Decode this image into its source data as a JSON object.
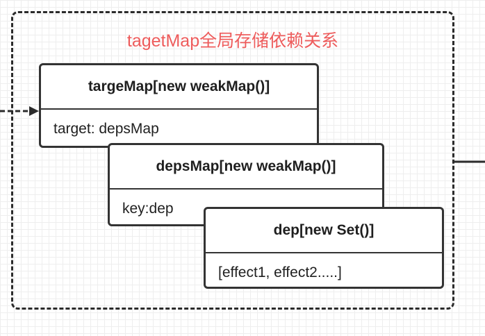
{
  "group": {
    "title": "tagetMap全局存储依赖关系"
  },
  "boxes": [
    {
      "header": "targeMap[new weakMap()]",
      "body": "target: depsMap"
    },
    {
      "header": "depsMap[new weakMap()]",
      "body": "key:dep"
    },
    {
      "header": "dep[new Set()]",
      "body": "[effect1, effect2.....]"
    }
  ]
}
